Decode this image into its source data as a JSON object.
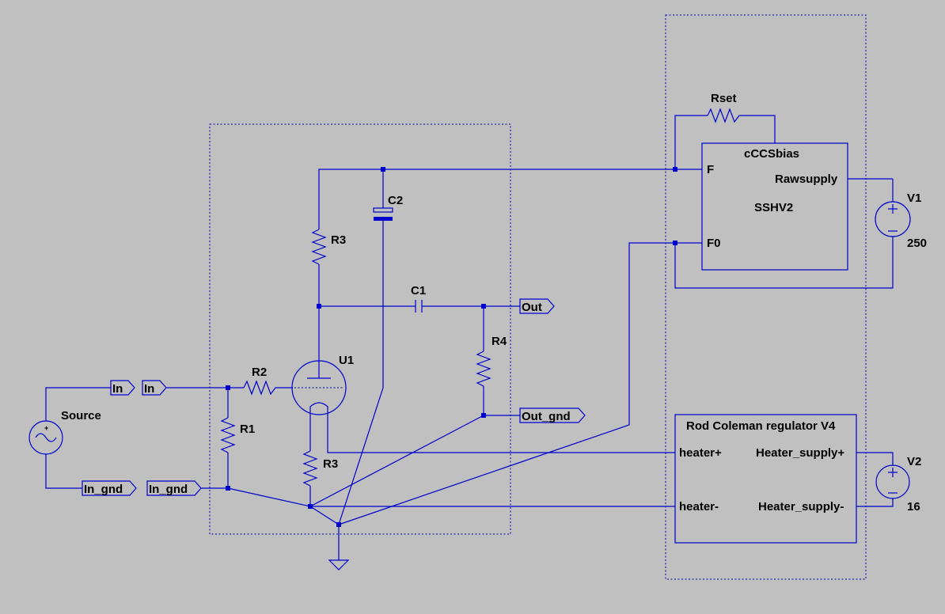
{
  "components": {
    "source": {
      "name": "Source"
    },
    "r1": {
      "name": "R1"
    },
    "r2": {
      "name": "R2"
    },
    "r3_top": {
      "name": "R3"
    },
    "r3_bottom": {
      "name": "R3"
    },
    "r4": {
      "name": "R4"
    },
    "c1": {
      "name": "C1"
    },
    "c2": {
      "name": "C2"
    },
    "u1": {
      "name": "U1"
    },
    "rset": {
      "name": "Rset"
    },
    "v1": {
      "name": "V1",
      "value": "250"
    },
    "v2": {
      "name": "V2",
      "value": "16"
    }
  },
  "flags": {
    "in_source": "In",
    "in_amp": "In",
    "in_gnd_source": "In_gnd",
    "in_gnd_amp": "In_gnd",
    "out": "Out",
    "out_gnd": "Out_gnd"
  },
  "blocks": {
    "ccs": {
      "title": "cCCSbias",
      "subtitle": "SSHV2",
      "pin_f": "F",
      "pin_f0": "F0",
      "pin_raw": "Rawsupply"
    },
    "regulator": {
      "title": "Rod Coleman regulator V4",
      "pin_heater_plus": "heater+",
      "pin_heater_minus": "heater-",
      "pin_supply_plus": "Heater_supply+",
      "pin_supply_minus": "Heater_supply-"
    }
  },
  "colors": {
    "background": "#c0c0c0",
    "wire": "#0000cc",
    "text": "#000000"
  }
}
